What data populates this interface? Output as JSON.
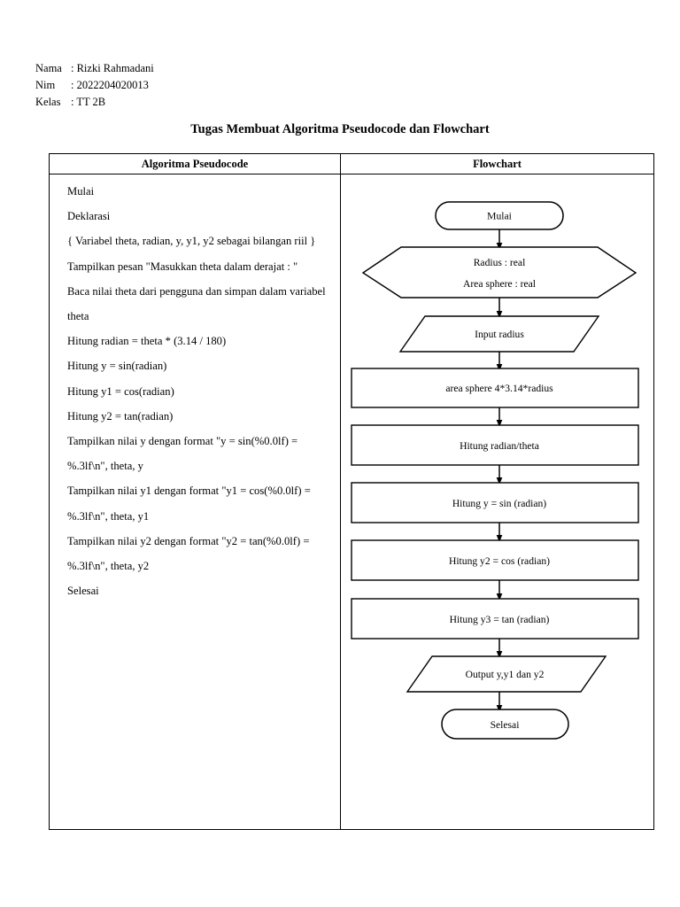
{
  "student": {
    "rows": [
      {
        "label": "Nama",
        "sep": ": ",
        "value": "Rizki Rahmadani"
      },
      {
        "label": "Nim",
        "sep": ": ",
        "value": "2022204020013"
      },
      {
        "label": "Kelas",
        "sep": ": ",
        "value": "TT 2B"
      }
    ],
    "name_label": "Nama",
    "name_value": ": Rizki Rahmadani",
    "nim_label": "Nim",
    "nim_value": ": 2022204020013",
    "kelas_label": "Kelas",
    "kelas_value": ": TT 2B"
  },
  "document": {
    "title": "Tugas Membuat Algoritma Pseudocode dan Flowchart"
  },
  "table": {
    "headers": {
      "left": "Algoritma Pseudocode",
      "right": "Flowchart"
    }
  },
  "pseudocode": {
    "lines": [
      "Mulai",
      "Deklarasi",
      "{ Variabel theta, radian, y, y1, y2 sebagai bilangan riil }",
      "Tampilkan pesan \"Masukkan theta dalam derajat : \"",
      "Baca nilai theta dari pengguna dan simpan dalam variabel theta",
      "Hitung radian = theta * (3.14 / 180)",
      "Hitung y = sin(radian)",
      "Hitung y1 = cos(radian)",
      "Hitung y2 = tan(radian)",
      "Tampilkan nilai y dengan format \"y = sin(%0.0lf) = %.3lf\\n\", theta, y",
      "Tampilkan nilai y1 dengan format \"y1 = cos(%0.0lf) = %.3lf\\n\", theta, y1",
      "Tampilkan nilai y2 dengan format \"y2 = tan(%0.0lf) = %.3lf\\n\", theta, y2",
      "Selesai"
    ]
  },
  "flowchart": {
    "nodes": [
      {
        "id": "start",
        "shape": "terminator",
        "label": "Mulai"
      },
      {
        "id": "declare",
        "shape": "hexagon",
        "label_line1": "Radius : real",
        "label_line2": "Area sphere : real"
      },
      {
        "id": "input",
        "shape": "parallelogram",
        "label": "Input radius"
      },
      {
        "id": "area",
        "shape": "process",
        "label": "area sphere 4*3.14*radius"
      },
      {
        "id": "radian",
        "shape": "process",
        "label": "Hitung radian/theta"
      },
      {
        "id": "sin",
        "shape": "process",
        "label": "Hitung y = sin (radian)"
      },
      {
        "id": "cos",
        "shape": "process",
        "label": "Hitung y2 = cos (radian)"
      },
      {
        "id": "tan",
        "shape": "process",
        "label": "Hitung y3 = tan (radian)"
      },
      {
        "id": "output",
        "shape": "parallelogram",
        "label": "Output y,y1 dan y2"
      },
      {
        "id": "end",
        "shape": "terminator",
        "label": "Selesai"
      }
    ]
  },
  "colors": {
    "page_background": "#ffffff",
    "text": "#000000",
    "border": "#000000",
    "shape_fill": "#ffffff"
  }
}
